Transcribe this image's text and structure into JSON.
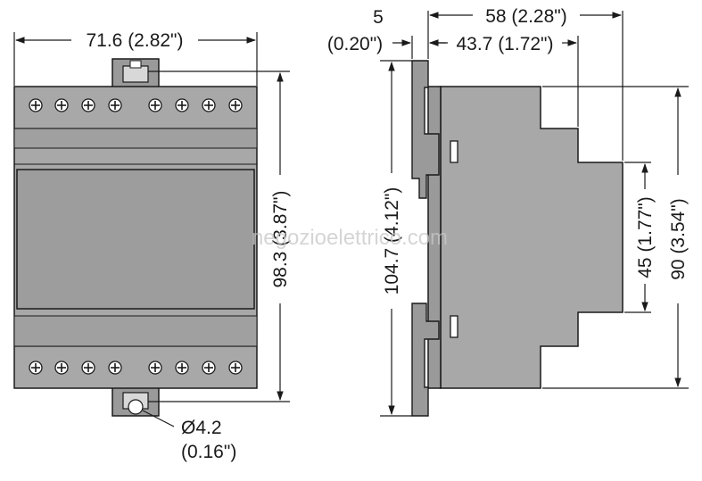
{
  "front_view": {
    "width_label": "71.6 (2.82\")",
    "height_label": "98.3 (3.87\")",
    "hole_label_line1": "Ø4.2",
    "hole_label_line2": "(0.16\")"
  },
  "side_view": {
    "flange_label_line1": "5",
    "flange_label_line2": "(0.20\")",
    "depth_label": "58 (2.28\")",
    "front_depth_label": "43.7 (1.72\")",
    "height_label": "104.7 (4.12\")",
    "front_height_label": "45 (1.77\")",
    "body_height_label": "90 (3.54\")"
  },
  "watermark": "negozioelettrico.com",
  "colors": {
    "body": "#a8a8a8",
    "body_dark": "#8e8e8e",
    "line": "#1a1a1a"
  }
}
